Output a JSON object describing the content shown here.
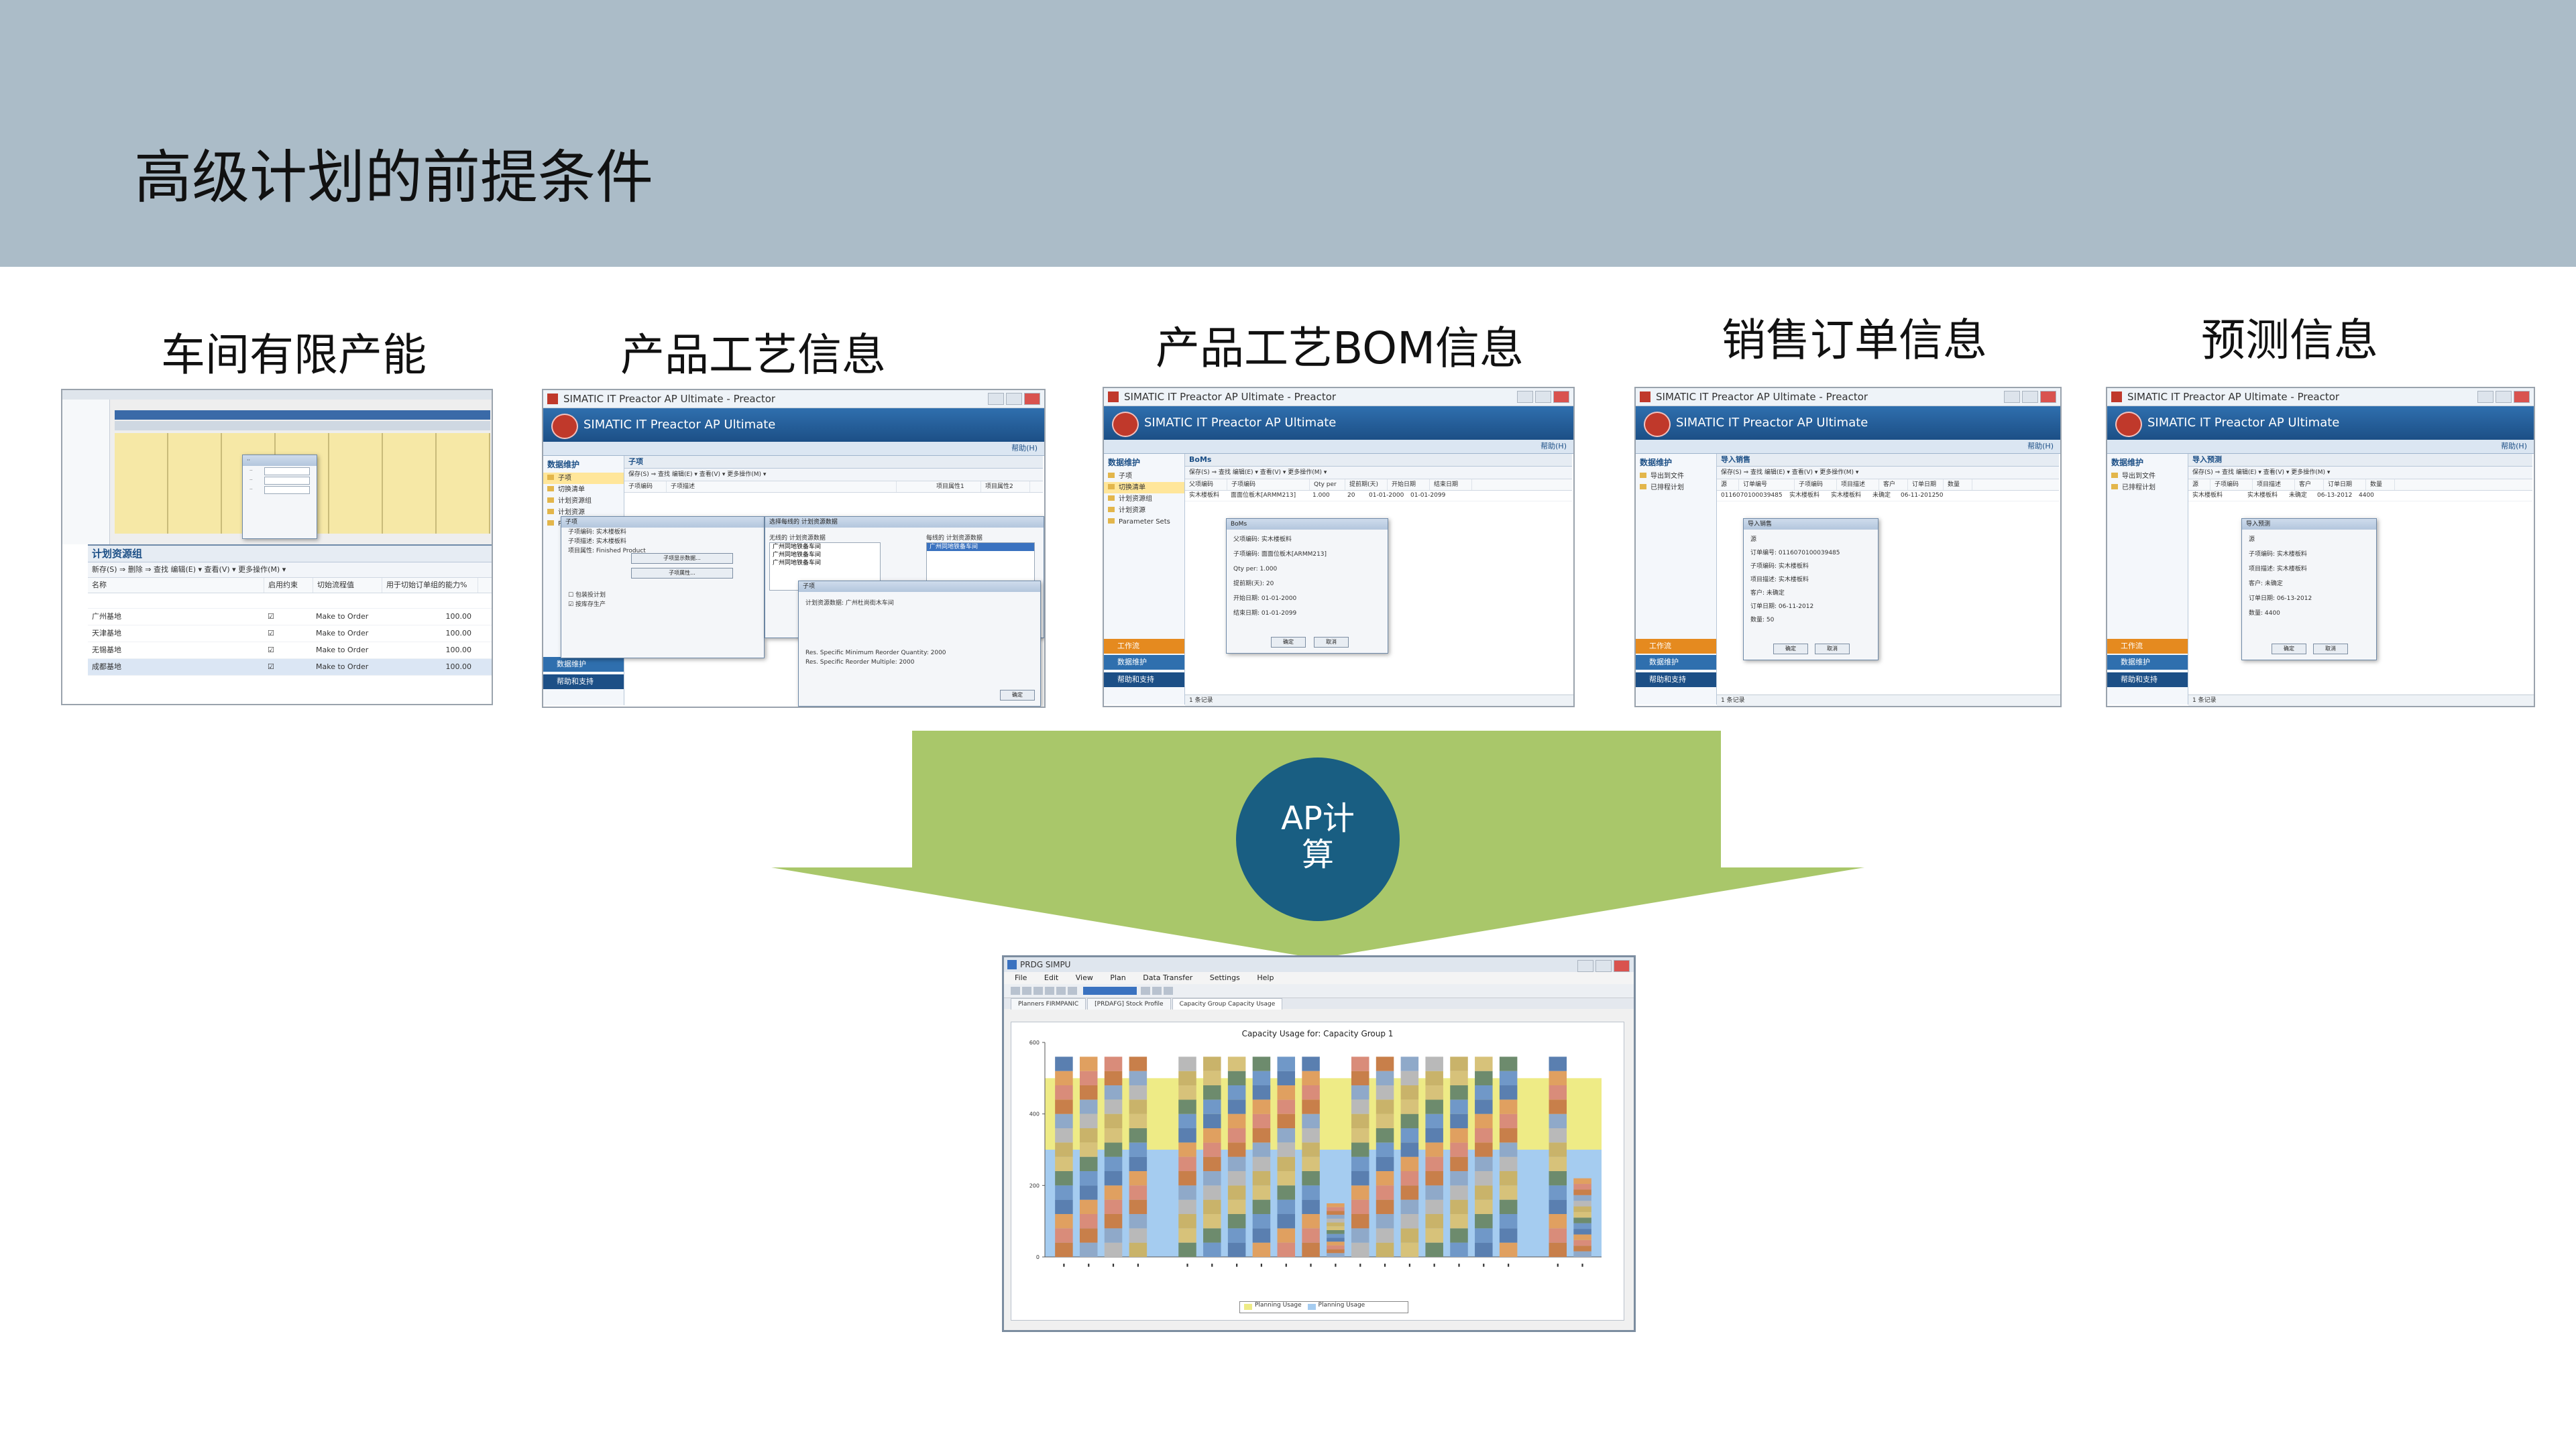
{
  "slide": {
    "title": "高级计划的前提条件",
    "captions": [
      "车间有限产能",
      "产品工艺信息",
      "产品工艺BOM信息",
      "销售订单信息",
      "预测信息"
    ],
    "circle_label": "AP计\n算"
  },
  "colors": {
    "banner": "#abbcc8",
    "arrow": "#a9c76a",
    "circle": "#195e82",
    "chart_available": "#eeeb86",
    "chart_below": "#a5ccf0"
  },
  "shot1": {
    "panel_title": "计划资源组",
    "toolbar": "新存(S)  ⇒ 删除  ⇒ 查找  编辑(E) ▾  查看(V) ▾  更多操作(M) ▾",
    "columns": [
      "名称",
      "启用约束",
      "切始流程值",
      "用于切始订单组的能力%"
    ],
    "rows": [
      {
        "name": "广州基地",
        "mode": "Make to Order",
        "pct": "100.00"
      },
      {
        "name": "天津基地",
        "mode": "Make to Order",
        "pct": "100.00"
      },
      {
        "name": "无锡基地",
        "mode": "Make to Order",
        "pct": "100.00"
      },
      {
        "name": "成都基地",
        "mode": "Make to Order",
        "pct": "100.00"
      }
    ]
  },
  "simatic": {
    "window_title": "SIMATIC IT Preactor AP Ultimate - Preactor",
    "app_name": "SIMATIC IT Preactor AP Ultimate",
    "help": "帮助(H)",
    "nav_head": "数据维护",
    "footer_nav": [
      "工作流",
      "数据维护",
      "帮助和支持"
    ],
    "status": "1 条记录"
  },
  "shot2": {
    "grid_title": "子项",
    "toolbar": "保存(S)  ⇒ 查找  编辑(E) ▾  查看(V) ▾  更多操作(M) ▾",
    "columns": [
      "子项编码",
      "子项描述",
      "",
      "项目属性1",
      "项目属性2"
    ],
    "nav": [
      "子项",
      "切换清单",
      "计划资源组",
      "计划资源",
      "Parameter Sets"
    ],
    "dialog_title": "子项",
    "fields": [
      "子项编码:  实木楼板料",
      "子项描述:  实木楼板料",
      "项目属性:  Finished Product"
    ],
    "checks": [
      "包装投计划",
      "按库存生产"
    ],
    "select_title": "选择每线的 计划资源数据",
    "avail_label": "无线的 计划资源数据",
    "sel_label": "每线的 计划资源数据",
    "avail_items": [
      "广州同地铁备车间",
      "广州同地铁备车间",
      "广州同地铁备车间"
    ],
    "sel_item": "广州同地铁备车间",
    "buttons": [
      "子项显示数据...",
      "子项属性..."
    ],
    "sub_dialog_title": "子项",
    "sub_fields": [
      "计划资源数据:  广州杜尚街木车间",
      "Res. Specific Minimum Reorder Quantity:  2000",
      "Res. Specific Reorder Multiple:  2000"
    ],
    "ok": "确定"
  },
  "shot3": {
    "grid_title": "BoMs",
    "toolbar": "保存(S)  ⇒ 查找  编辑(E) ▾  查看(V) ▾  更多操作(M) ▾",
    "columns": [
      "父项编码",
      "子项编码",
      "Qty per",
      "提前期(天)",
      "开始日期",
      "结束日期"
    ],
    "row": [
      "实木楼板料",
      "面面位板木[ARMM213]",
      "1.000",
      "20",
      "01-01-2000",
      "01-01-2099"
    ],
    "nav": [
      "子项",
      "切换清单",
      "计划资源组",
      "计划资源",
      "Parameter Sets"
    ],
    "dialog_title": "BoMs",
    "fields": [
      "父项编码:  实木楼板料",
      "子项编码:  面面位板木[ARMM213]",
      "Qty per:  1.000",
      "提前期(天):  20",
      "开始日期:  01-01-2000",
      "结束日期:  01-01-2099"
    ],
    "ok": "确定",
    "cancel": "取消"
  },
  "shot4": {
    "grid_title": "导入销售",
    "toolbar": "保存(S)  ⇒ 查找  编辑(E) ▾  查看(V) ▾  更多操作(M) ▾",
    "columns": [
      "源",
      "订单编号",
      "子项编码",
      "项目描述",
      "客户",
      "订单日期",
      "数量"
    ],
    "row": [
      "0116070100039485",
      "实木楼板料",
      "实木楼板料",
      "未确定",
      "06-11-2012",
      "50"
    ],
    "nav": [
      "导出到文件",
      "已排程计划"
    ],
    "dialog_title": "导入销售",
    "fields": [
      "源",
      "订单编号:  0116070100039485",
      "子项编码:  实木楼板料",
      "项目描述:  实木楼板料",
      "客户:  未确定",
      "订单日期:  06-11-2012",
      "数量:  50"
    ],
    "ok": "确定",
    "cancel": "取消"
  },
  "shot5": {
    "grid_title": "导入预测",
    "toolbar": "保存(S)  ⇒ 查找  编辑(E) ▾  查看(V) ▾  更多操作(M) ▾",
    "columns": [
      "源",
      "子项编码",
      "项目描述",
      "客户",
      "订单日期",
      "数量"
    ],
    "row": [
      "实木楼板料",
      "实木楼板料",
      "未确定",
      "06-13-2012",
      "4400"
    ],
    "nav": [
      "导出到文件",
      "已排程计划"
    ],
    "dialog_title": "导入预测",
    "fields": [
      "源",
      "子项编码:  实木楼板料",
      "项目描述:  实木楼板料",
      "客户:  未确定",
      "订单日期:  06-13-2012",
      "数量:  4400"
    ],
    "ok": "确定",
    "cancel": "取消"
  },
  "capacity_window": {
    "title": "PRDG SIMPU",
    "menu": [
      "File",
      "Edit",
      "View",
      "Plan",
      "Data Transfer",
      "Settings",
      "Help"
    ],
    "tabs": [
      "Planners FIRMPANIC",
      "[PRDAFG] Stock Profile",
      "Capacity Group Capacity Usage"
    ],
    "chart_title": "Capacity Usage for: Capacity Group 1",
    "legend": [
      "Planning Usage",
      "Planning Usage"
    ]
  },
  "chart_data": {
    "type": "bar",
    "title": "Capacity Usage for: Capacity Group 1",
    "ylim": [
      0,
      600
    ],
    "yticks": [
      0,
      200,
      400,
      600
    ],
    "available_capacity": 500,
    "lower_band": 300,
    "series": [
      {
        "name": "Planning Usage",
        "values": [
          560,
          560,
          560,
          560,
          0,
          560,
          560,
          560,
          560,
          560,
          560,
          150,
          560,
          560,
          560,
          560,
          560,
          560,
          560,
          0,
          560,
          220
        ]
      }
    ]
  }
}
